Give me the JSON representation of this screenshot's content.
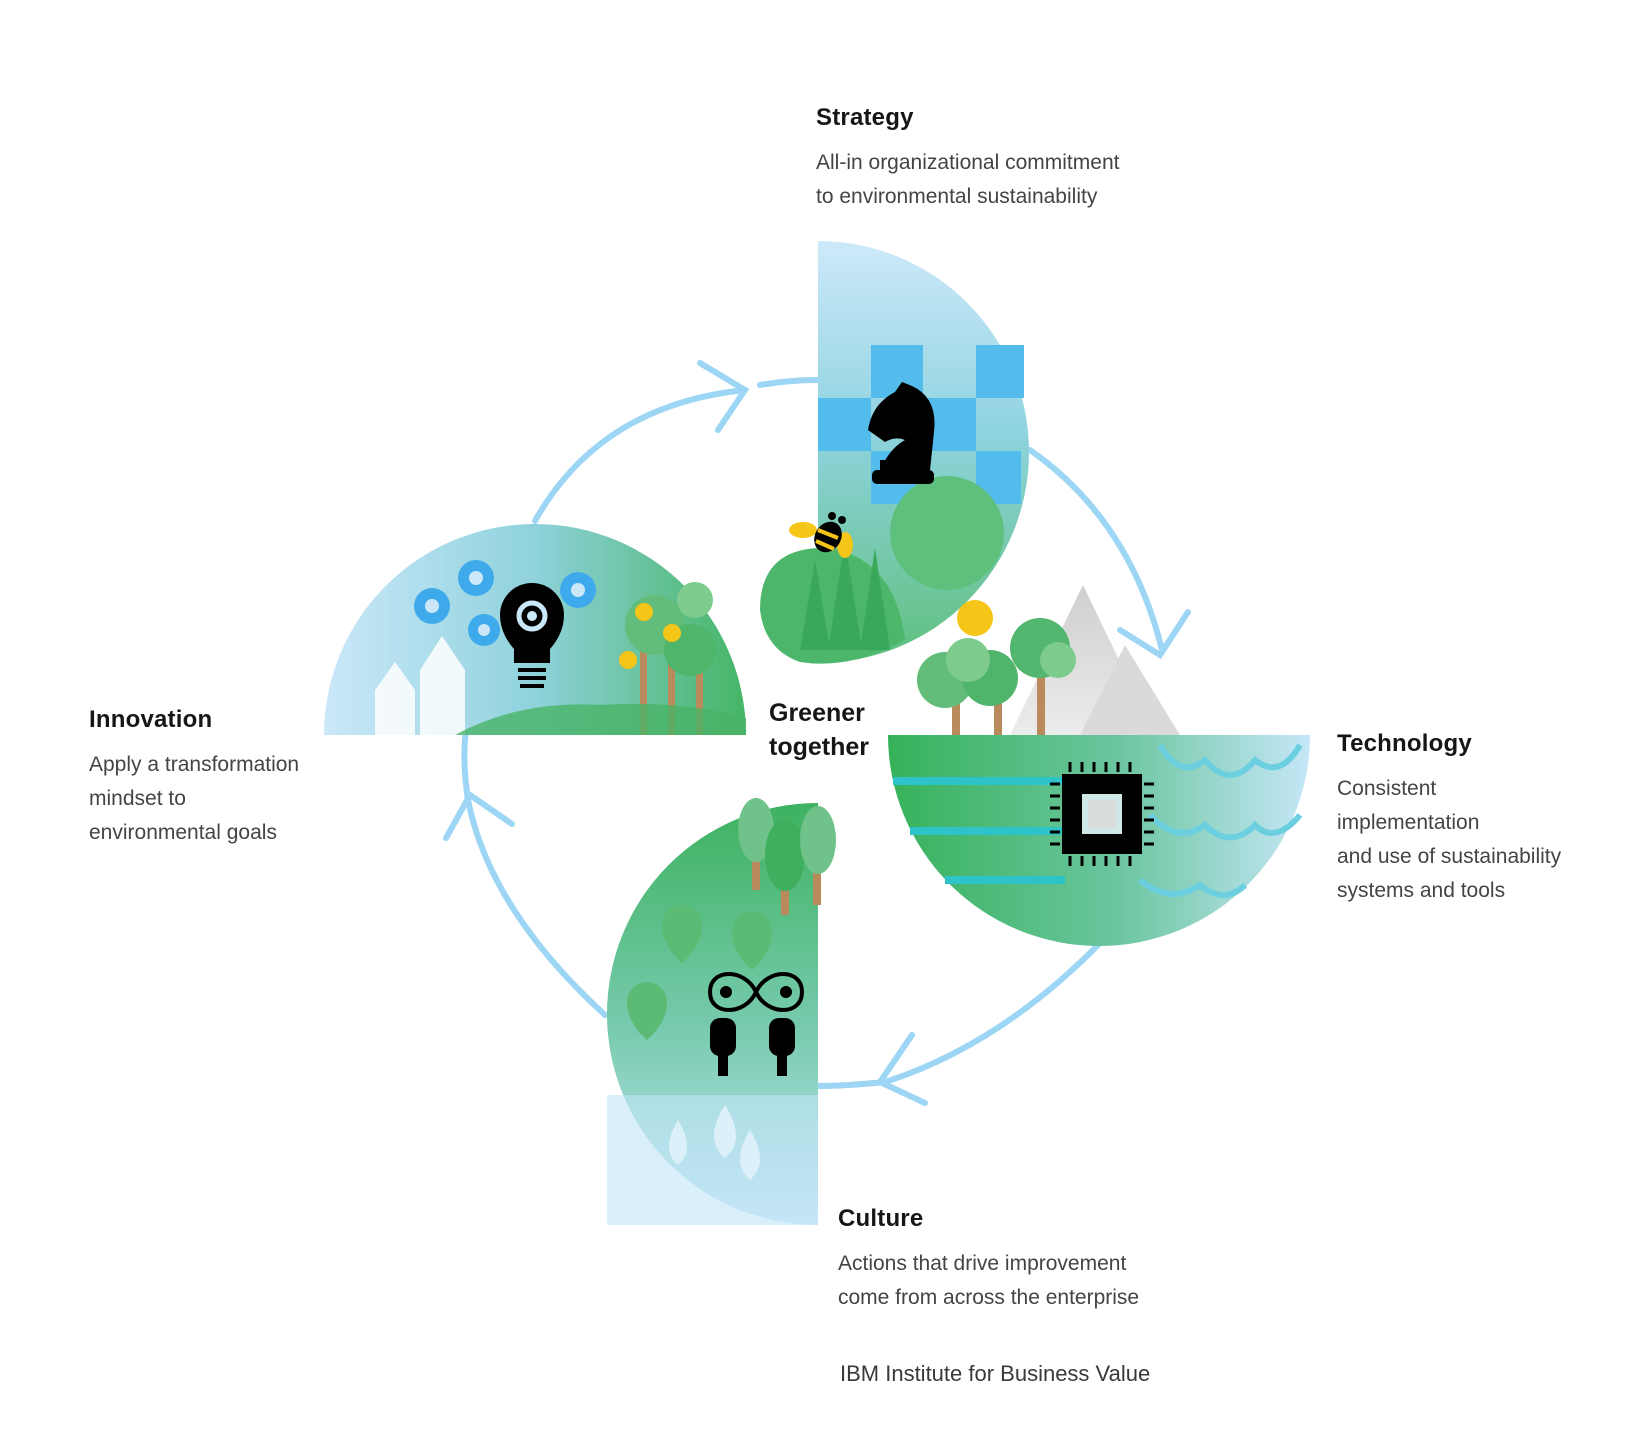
{
  "center": {
    "line1": "Greener",
    "line2": "together"
  },
  "segments": {
    "strategy": {
      "title": "Strategy",
      "description": [
        "All-in organizational commitment",
        "to environmental sustainability"
      ],
      "icon": "chess-knight-icon"
    },
    "technology": {
      "title": "Technology",
      "description": [
        "Consistent",
        "implementation",
        "and use of sustainability",
        "systems and tools"
      ],
      "icon": "microchip-icon"
    },
    "culture": {
      "title": "Culture",
      "description": [
        "Actions that drive improvement",
        "come from across the enterprise"
      ],
      "icon": "people-infinity-icon"
    },
    "innovation": {
      "title": "Innovation",
      "description": [
        "Apply a transformation",
        "mindset to",
        "environmental goals"
      ],
      "icon": "lightbulb-gear-icon"
    }
  },
  "source": "IBM Institute for Business Value",
  "colors": {
    "cycle_arrow": "#9dd6f5",
    "sky_light": "#c8e8f8",
    "sky_blue": "#53bcec",
    "green": "#3fb562",
    "green_light": "#67c488",
    "icon": "#000000",
    "sun": "#f5c518"
  }
}
